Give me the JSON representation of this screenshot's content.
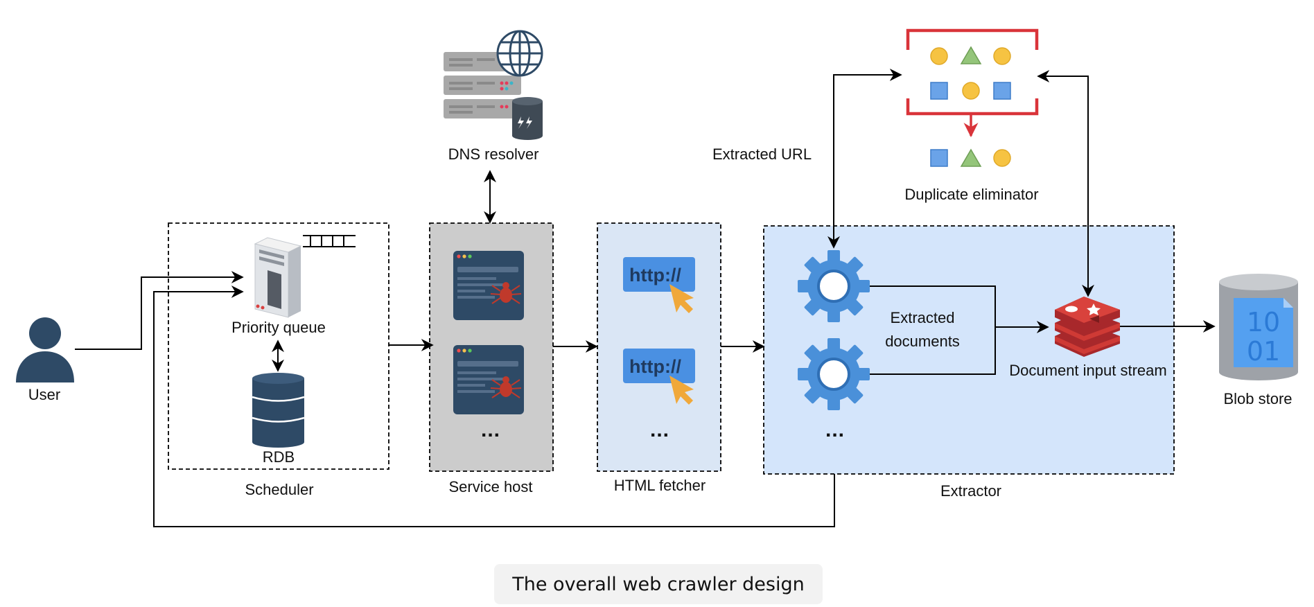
{
  "labels": {
    "user": "User",
    "priority_queue": "Priority queue",
    "rdb": "RDB",
    "scheduler": "Scheduler",
    "dns_resolver": "DNS resolver",
    "service_host": "Service host",
    "html_fetcher": "HTML fetcher",
    "http_text": "http://",
    "ellipsis": "...",
    "extracted_url": "Extracted URL",
    "duplicate_eliminator": "Duplicate eliminator",
    "extracted_documents_line1": "Extracted",
    "extracted_documents_line2": "documents",
    "document_input_stream": "Document input stream",
    "extractor": "Extractor",
    "blob_store": "Blob store",
    "blob_bits_line1": "10",
    "blob_bits_line2": "01"
  },
  "caption": "The overall web crawler design",
  "colors": {
    "service_host_fill": "#cccccc",
    "html_fetcher_fill": "#dae6f5",
    "extractor_fill": "#d4e5fb",
    "gear": "#4a90d9",
    "redis": "#cf3a35",
    "dedup_frame": "#d9343a",
    "dark_navy": "#2e4a66"
  }
}
